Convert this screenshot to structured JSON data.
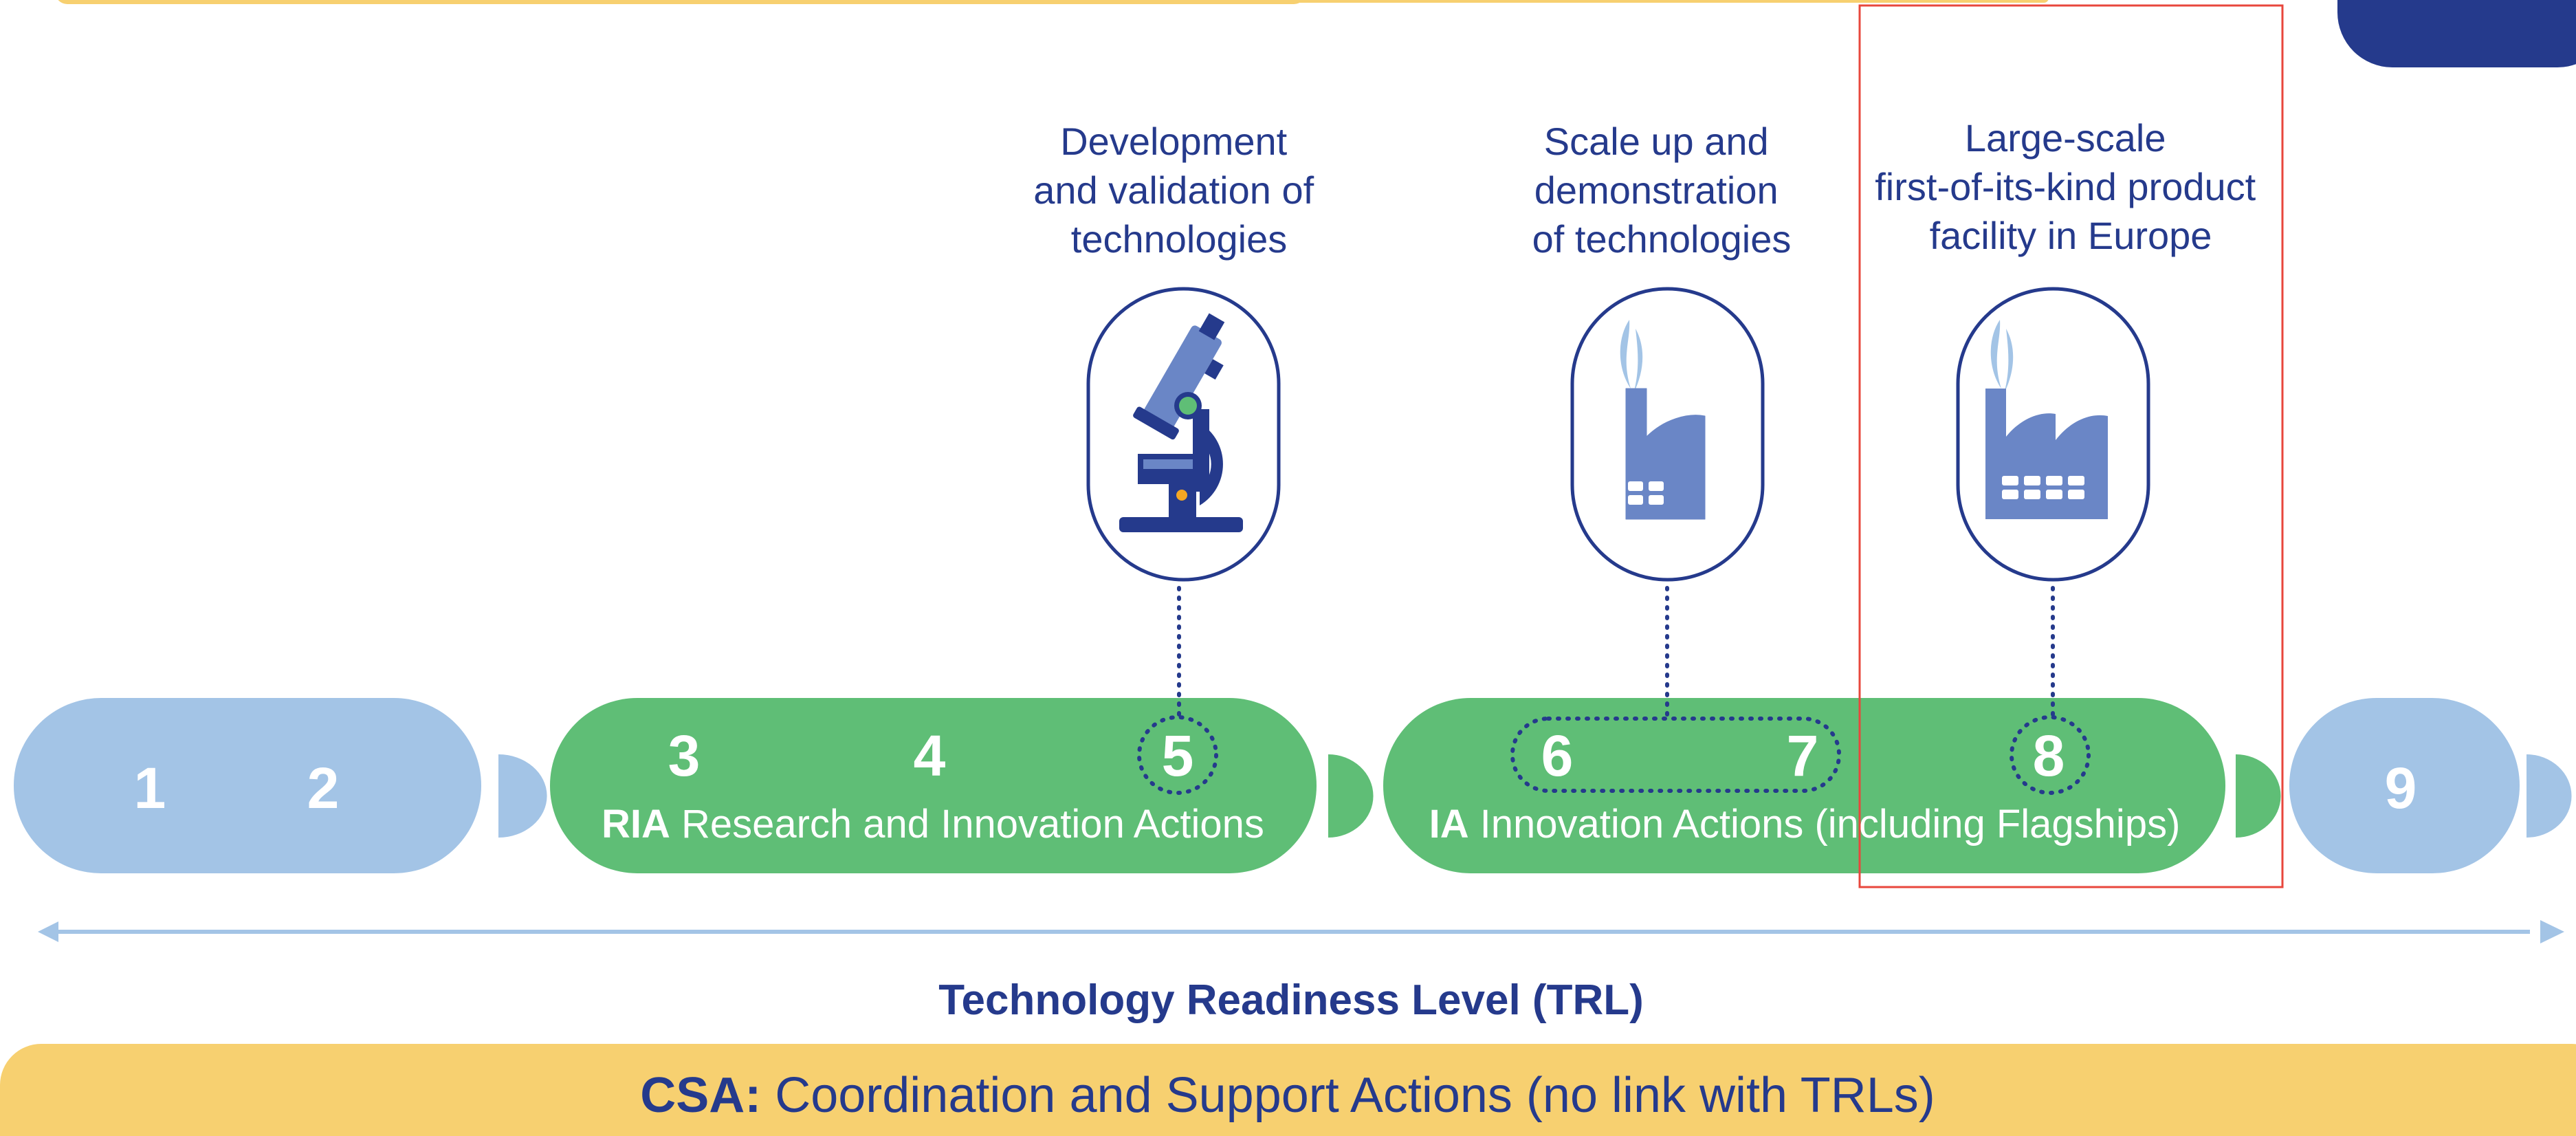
{
  "stages": [
    {
      "lines": [
        "Development",
        "and validation of",
        "technologies"
      ],
      "icon": "microscope-icon"
    },
    {
      "lines": [
        "Scale up and",
        "demonstration",
        "of technologies"
      ],
      "icon": "factory-small-icon"
    },
    {
      "lines": [
        "Large-scale",
        "first-of-its-kind product",
        "facility in Europe"
      ],
      "icon": "factory-large-icon"
    }
  ],
  "trl": [
    "1",
    "2",
    "3",
    "4",
    "5",
    "6",
    "7",
    "8",
    "9"
  ],
  "ria": {
    "abbr": "RIA",
    "label": "Research and Innovation Actions"
  },
  "ia": {
    "abbr": "IA",
    "label": "Innovation Actions (including Flagships)"
  },
  "axis_title": "Technology Readiness Level (TRL)",
  "csa": {
    "abbr": "CSA:",
    "label": "Coordination and Support Actions (no link with TRLs)"
  },
  "colors": {
    "navy": "#253a8c",
    "green": "#5fbe76",
    "light_blue": "#a3c4e6",
    "yellow": "#f7d070",
    "icon_blue": "#6a86c6",
    "highlight": "#e8473c"
  }
}
